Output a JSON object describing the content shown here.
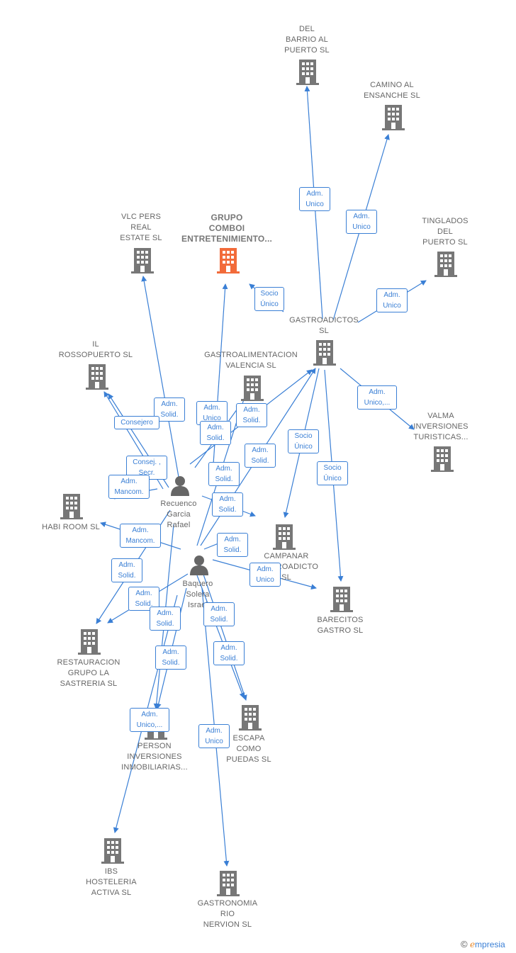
{
  "nodes": {
    "del_barrio": {
      "label": "DEL\nBARRIO AL\nPUERTO  SL",
      "kind": "company"
    },
    "camino": {
      "label": "CAMINO AL\nENSANCHE  SL",
      "kind": "company"
    },
    "tinglados": {
      "label": "TINGLADOS\nDEL\nPUERTO  SL",
      "kind": "company"
    },
    "vlc_pers": {
      "label": "VLC PERS\nREAL\nESTATE  SL",
      "kind": "company"
    },
    "grupo_comboi": {
      "label": "GRUPO\nCOMBOI\nENTRETENIMIENTO...",
      "kind": "focus"
    },
    "gastroadictos": {
      "label": "GASTROADICTOS\nSL",
      "kind": "company"
    },
    "il_rosso": {
      "label": "IL\nROSSOPUERTO SL",
      "kind": "company"
    },
    "gastroalimentacion": {
      "label": "GASTROALIMENTACION\nVALENCIA  SL",
      "kind": "company"
    },
    "valma": {
      "label": "VALMA\nINVERSIONES\nTURISTICAS...",
      "kind": "company"
    },
    "recuenco": {
      "label": "Recuenco\nGarcia\nRafael",
      "kind": "person"
    },
    "habi_room": {
      "label": "HABI ROOM  SL",
      "kind": "company"
    },
    "campanar": {
      "label": "CAMPANAR\nGASTROADICTO\nSL",
      "kind": "company"
    },
    "baquero": {
      "label": "Baquero\nSolera\nIsrael",
      "kind": "person"
    },
    "barecitos": {
      "label": "BARECITOS\nGASTRO  SL",
      "kind": "company"
    },
    "restauracion": {
      "label": "RESTAURACION\nGRUPO LA\nSASTRERIA  SL",
      "kind": "company"
    },
    "person_inv": {
      "label": "PERSON\nINVERSIONES\nINMOBILIARIAS...",
      "kind": "company"
    },
    "escapa": {
      "label": "ESCAPA\nCOMO\nPUEDAS  SL",
      "kind": "company"
    },
    "ibs": {
      "label": "IBS\nHOSTELERIA\nACTIVA SL",
      "kind": "company"
    },
    "gastronomia": {
      "label": "GASTRONOMIA\nRIO\nNERVION  SL",
      "kind": "company"
    }
  },
  "edge_labels": [
    "Adm.\nUnico",
    "Adm.\nUnico",
    "Adm.\nUnico",
    "Socio\nÚnico",
    "Adm.\nUnico,...",
    "Socio\nÚnico",
    "Socio\nÚnico",
    "Adm.\nSolid.",
    "Consejero",
    "Adm.\nUnico",
    "Adm.\nSolid.",
    "Adm.\nSolid.",
    "Adm.\nSolid.",
    "Consej. ,\nSecr.",
    "Adm.\nMancom.",
    "Adm.\nSolid.",
    "Adm.\nSolid.",
    "Adm.\nMancom.",
    "Adm.\nSolid.",
    "Adm.\nSolid.",
    "Adm.\nUnico",
    "Adm.\nSolid.",
    "Adm.\nSolid.",
    "Adm.\nSolid.",
    "Adm.\nSolid.",
    "Adm.\nSolid.",
    "Adm.\nUnico,...",
    "Adm.\nUnico"
  ],
  "colors": {
    "edge": "#3a7fd5",
    "building": "#777777",
    "focus": "#f26b3a",
    "person": "#666666"
  },
  "watermark": {
    "copyright": "©",
    "brand_e": "e",
    "brand_rest": "mpresia"
  }
}
